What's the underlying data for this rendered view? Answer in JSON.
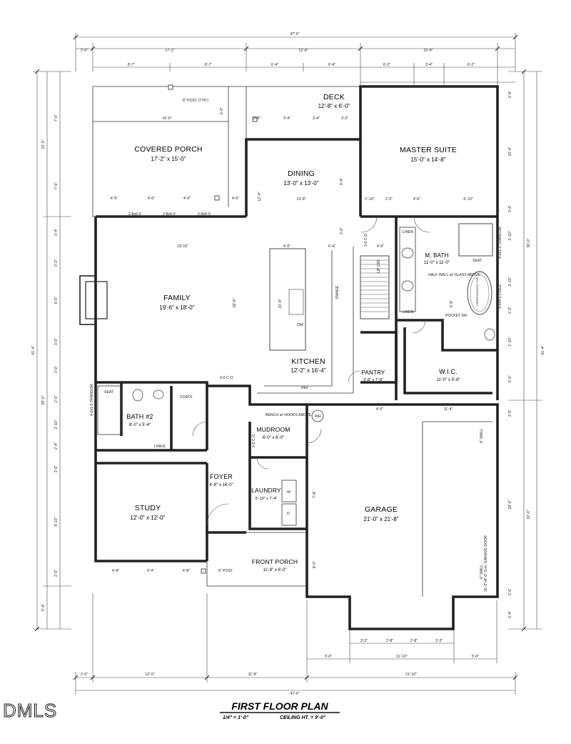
{
  "plan": {
    "title": "FIRST FLOOR PLAN",
    "scale": "1/4\" = 1'-0\"",
    "ceiling": "CEILING HT. = 9'-0\"",
    "logo": "DMLS"
  },
  "rooms": {
    "covered_porch": {
      "name": "COVERED PORCH",
      "size": "17'-2\" x 15'-0\""
    },
    "deck": {
      "name": "DECK",
      "size": "12'-8\" x 6'-0\""
    },
    "master_suite": {
      "name": "MASTER SUITE",
      "size": "15'-0\" x 14'-8\""
    },
    "dining": {
      "name": "DINING",
      "size": "13'-0\" x 13'-0\""
    },
    "family": {
      "name": "FAMILY",
      "size": "19'-6\" x 18'-0\""
    },
    "kitchen": {
      "name": "KITCHEN",
      "size": "12'-2\" x 16'-4\""
    },
    "m_bath": {
      "name": "M. BATH",
      "size": "11'-0\" x 11'-0\""
    },
    "wic": {
      "name": "W.I.C.",
      "size": "11'-0\" x 5'-8\""
    },
    "pantry": {
      "name": "PANTRY",
      "size": "3'-8\" x 7'-8\""
    },
    "bath2": {
      "name": "BATH #2",
      "size": "8'-0\" x 5'-4\""
    },
    "mudroom": {
      "name": "MUDROOM",
      "size": "6'-0\" x 6'-0\""
    },
    "foyer": {
      "name": "FOYER",
      "size": "4'-8\" x 16'-0\""
    },
    "laundry": {
      "name": "LAUNDRY",
      "size": "5'-10\" x 7'-4\""
    },
    "study": {
      "name": "STUDY",
      "size": "12'-0\" x 12'-0\""
    },
    "garage": {
      "name": "GARAGE",
      "size": "21'-0\" x 21'-8\""
    },
    "front_porch": {
      "name": "FRONT PORCH",
      "size": "11'-8\" x 6'-0\""
    }
  },
  "notes": {
    "post_top": "8\" POST (TYP.)",
    "post_bottom": "8\" POST",
    "half_wall": "HALF WALL w/ GLASS ABOVE",
    "pocket_dr": "POCKET DR.",
    "bench": "BENCH w/ HOOKS ABOVE",
    "coats": "COATS",
    "linen_a": "LINEN",
    "linen_b": "LINEN",
    "linen_c": "LINEN",
    "seat_a": "SEAT",
    "seat_b": "SEAT",
    "range": "RANGE",
    "dw": "DW",
    "ref": "REF",
    "wh": "WH",
    "w": "W",
    "d": "D",
    "up": "UP 15R",
    "garage_door": "16'-0\"x8'-0\" O.H. GARAGE DOOR",
    "wall_6": "6\" WALL",
    "wall_6b": "6\" WALL",
    "tub": "FREESTANDING TUB",
    "stair_co": "3-0 C.O.",
    "co_kitchen": "3-0 C.O.",
    "co_mud": "3-0 C.O.",
    "transom_a": "4-0x1-0 TRANSOM",
    "transom_b": "4-0x1-0 TRANSOM",
    "fixed": "4-0x4-6 FIXED",
    "door_deck_a": "2-8x6-0",
    "door_deck_b": "2-8x6-0",
    "door_deck_c": "2-8x6-0"
  },
  "dims": {
    "overall_width": "47'-6\"",
    "top_row": [
      "2'-0\"",
      "17'-2\"",
      "12'-8\"",
      "15'-8\""
    ],
    "top_row2": [
      "8'-7\"",
      "8'-7\"",
      "6'-4\"",
      "6'-4\"",
      "6'-2\"",
      "3'-4\"",
      "6'-2\""
    ],
    "bottom_row": [
      "2'-0\"",
      "12'-0\"",
      "11'-8\"",
      "21'-10\""
    ],
    "bottom_row2": [
      "5'-0\"",
      "11'-10\"",
      "5'-0\""
    ],
    "bottom_row3": [
      "3'-3\"",
      "2'-8\"",
      "2'-8\"",
      "3'-3\""
    ],
    "left_total": "61'-4\"",
    "left_seg": [
      "15'-0\"",
      "39'-0\"",
      "5'-4\""
    ],
    "right_total": "61'-4\"",
    "right_seg": [
      "36'-0\"",
      "22'-0\""
    ],
    "right_inner": [
      "2'-6\"",
      "10'-4\"",
      "2'-6\"",
      "2'-10\"",
      "2'-10\"",
      "3'-2\"",
      "1'-10\"",
      "6'-0\"",
      "2'-0\"",
      "18'-0\"",
      "2'-0\"",
      "3'-4\""
    ],
    "left_inner": [
      "7'-6\"",
      "7'-6\"",
      "3'-4\"",
      "3'-2\"",
      "6'-0\"",
      "3'-0\"",
      "3'-0\"",
      "2'-6\"",
      "2'-10\"",
      "2'-4\"",
      "2'-6\"",
      "9'-10\"",
      "2'-0\""
    ],
    "porch_inner": [
      "16'-6\"",
      "6'-0\"",
      "4'-5\"",
      "4'-0\"",
      "4'-0\"",
      "4'-5\""
    ],
    "deck_inner": [
      "3'-6\"",
      "3'-4\"",
      "3'-4\"",
      "3'-2\""
    ],
    "family_inner": [
      "19'-10\"",
      "18'-8\"",
      "4'-0\"",
      "6'-4\"",
      "10'-4\""
    ],
    "dining_inner": [
      "13'-8\"",
      "9'-4\"",
      "12'-4\""
    ],
    "master_inner": [
      "1'-10\"",
      "2'-2\"",
      "4'-6\"",
      "6'-10\"",
      "2'-0\"",
      "4'-0\""
    ],
    "study_inner": [
      "4'-8\"",
      "3'-4\"",
      "4'-8\""
    ],
    "garage_inner": [
      "4'-0\"",
      "11'-4\"",
      "8'-0\"",
      "7'-8\"",
      "5'-8\""
    ]
  }
}
